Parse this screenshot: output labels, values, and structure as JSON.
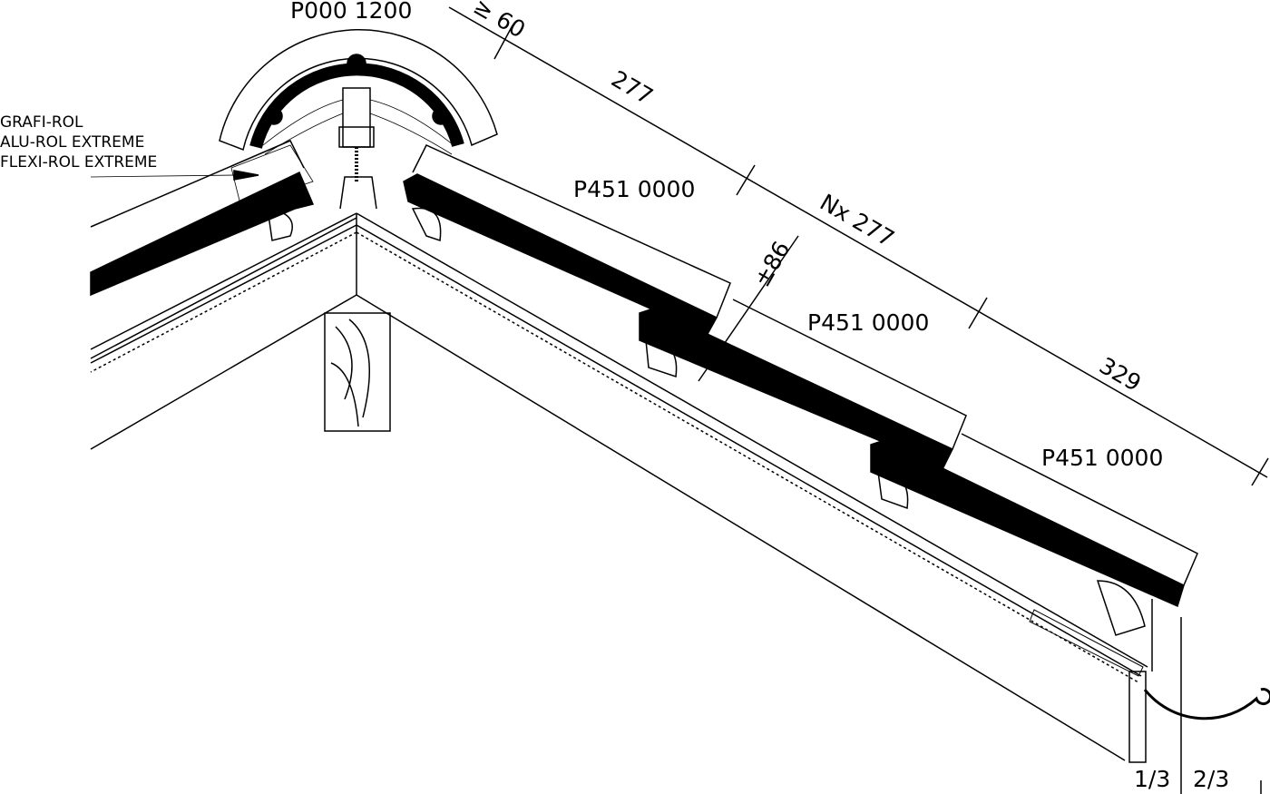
{
  "labels": {
    "ridge_tile": "P000 1200",
    "min_gap": "≥ 60",
    "spacing_first": "277",
    "spacing_repeat": "Nx 277",
    "spacing_last": "329",
    "overlap": "±86",
    "tile_1": "P451 0000",
    "tile_2": "P451 0000",
    "tile_3": "P451 0000",
    "ridge_roll_1": "GRAFI-ROL",
    "ridge_roll_2": "ALU-ROL EXTREME",
    "ridge_roll_3": "FLEXI-ROL EXTREME",
    "gutter_left": "1/3",
    "gutter_right": "2/3"
  },
  "colors": {
    "line": "#000000",
    "background": "#ffffff"
  }
}
